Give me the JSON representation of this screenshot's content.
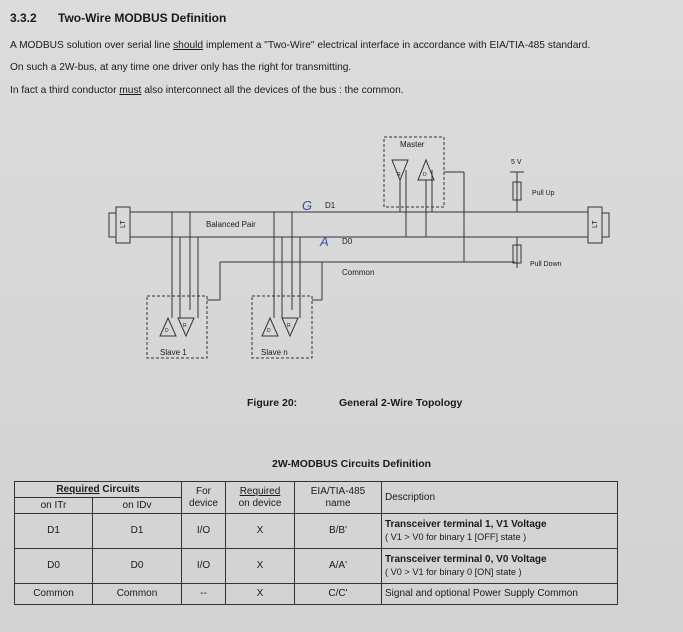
{
  "section": {
    "number": "3.3.2",
    "title": "Two-Wire MODBUS Definition"
  },
  "paragraphs": {
    "p1_before": "A MODBUS solution over serial line ",
    "p1_emph": "should",
    "p1_after": " implement a \"Two-Wire\" electrical interface in accordance with EIA/TIA-485 standard.",
    "p2": "On such a 2W-bus, at any time one driver only has the right for transmitting.",
    "p3_before": "In fact a third conductor ",
    "p3_emph": "must",
    "p3_after": " also interconnect all the devices of the bus : the common."
  },
  "diagram": {
    "master_label": "Master",
    "voltage_label": "5 V",
    "pull_up_label": "Pull Up",
    "pull_down_label": "Pull Down",
    "d1_label": "D1",
    "d0_label": "D0",
    "balanced_pair_label": "Balanced Pair",
    "common_label": "Common",
    "lt_left": "LT",
    "lt_right": "LT",
    "slave1_label": "Slave 1",
    "slaven_label": "Slave n",
    "driver_label": "D",
    "receiver_label": "R",
    "handwritten_d1_mark": "G",
    "handwritten_d0_mark": "A"
  },
  "figure": {
    "number": "Figure 20:",
    "title": "General 2-Wire Topology"
  },
  "table": {
    "title": "2W-MODBUS Circuits Definition",
    "headers": {
      "required_circuits": "Required Circuits",
      "required_emph": "Required",
      "required_rest": " Circuits",
      "on_itr": "on ITr",
      "on_idv": "on IDv",
      "for_device_1": "For",
      "for_device_2": "device",
      "required_on_device_1": "Required",
      "required_on_device_2": "on device",
      "eia_1": "EIA/TIA-485",
      "eia_2": "name",
      "description": "Description"
    },
    "rows": [
      {
        "itr": "D1",
        "idv": "D1",
        "for_device": "I/O",
        "required": "X",
        "eia": "B/B'",
        "desc_main": "Transceiver terminal 1, V1 Voltage",
        "desc_sub": "( V1 > V0 for binary 1 [OFF] state )"
      },
      {
        "itr": "D0",
        "idv": "D0",
        "for_device": "I/O",
        "required": "X",
        "eia": "A/A'",
        "desc_main": "Transceiver terminal 0, V0 Voltage",
        "desc_sub": "( V0 > V1 for binary 0 [ON] state )"
      },
      {
        "itr": "Common",
        "idv": "Common",
        "for_device": "--",
        "required": "X",
        "eia": "C/C'",
        "desc_main": "Signal and optional Power Supply Common",
        "desc_sub": ""
      }
    ]
  },
  "colors": {
    "background": "#d9d9d9",
    "ink": "#1a1a1a",
    "line": "#333333"
  }
}
